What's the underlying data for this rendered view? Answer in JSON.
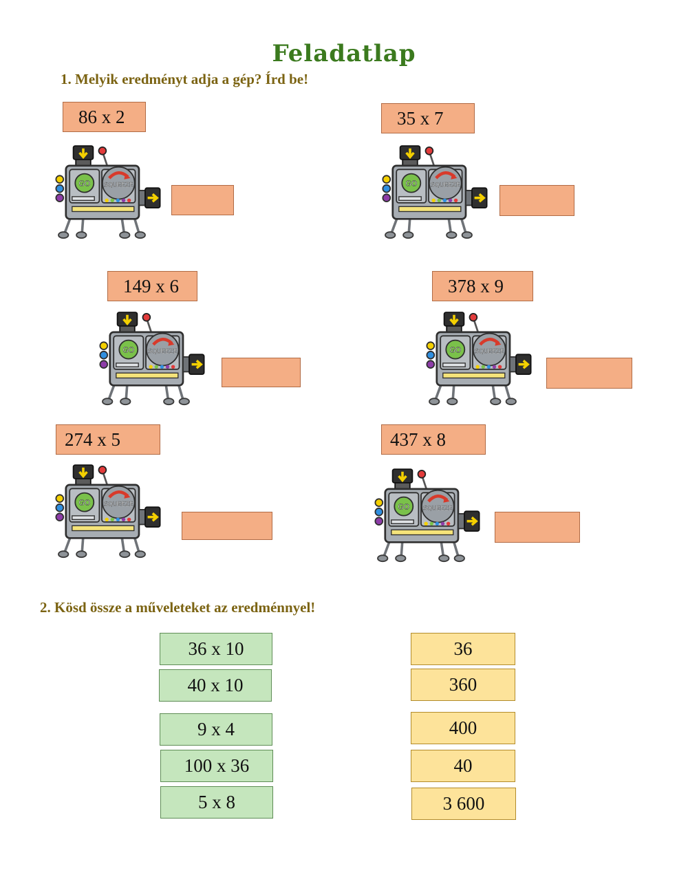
{
  "title": "Feladatlap",
  "task1": {
    "heading": "1.  Melyik eredményt adja a gép? Írd be!",
    "machines": [
      {
        "operation": "86 x 2",
        "go": "GO",
        "squeeze": "SQUEEZE"
      },
      {
        "operation": "35 x 7",
        "go": "GO",
        "squeeze": "SQUEEZE"
      },
      {
        "operation": "149 x 6",
        "go": "GO",
        "squeeze": "SQUEEZE"
      },
      {
        "operation": "378 x 9",
        "go": "GO",
        "squeeze": "SQUEEZE"
      },
      {
        "operation": "274 x 5",
        "go": "GO",
        "squeeze": "SQUEEZE"
      },
      {
        "operation": "437 x 8",
        "go": "GO",
        "squeeze": "SQUEEZE"
      }
    ]
  },
  "task2": {
    "heading": "2. Kösd össze a műveleteket az eredménnyel!",
    "operations": [
      "36 x 10",
      "40 x 10",
      "9 x 4",
      "100 x 36",
      "5 x 8"
    ],
    "results": [
      "36",
      "360",
      "400",
      "40",
      "3 600"
    ]
  },
  "colors": {
    "box_fill": "#f4ae85",
    "green_fill": "#c5e6bd",
    "yellow_fill": "#fde39a",
    "heading": "#7b6312",
    "title": "#3b7a1e"
  }
}
